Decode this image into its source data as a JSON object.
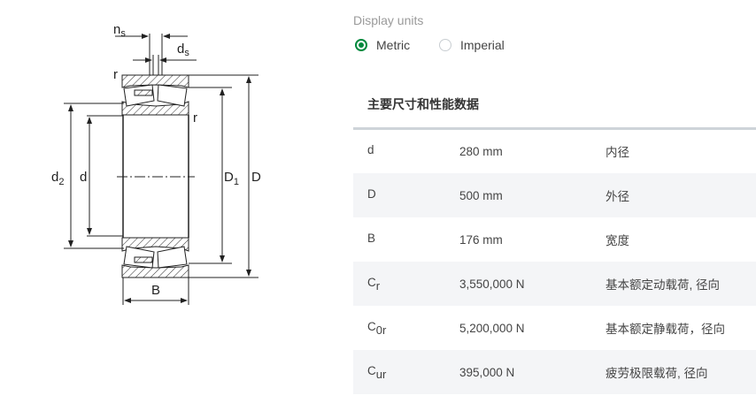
{
  "diagram": {
    "labels": {
      "ns_main": "n",
      "ns_sub": "s",
      "ds_main": "d",
      "ds_sub": "s",
      "r_top": "r",
      "r_right": "r",
      "d2_main": "d",
      "d2_sub": "2",
      "d": "d",
      "D1_main": "D",
      "D1_sub": "1",
      "D": "D",
      "B": "B"
    }
  },
  "units": {
    "label": "Display units",
    "options": [
      {
        "label": "Metric",
        "selected": true
      },
      {
        "label": "Imperial",
        "selected": false
      }
    ]
  },
  "section_title": "主要尺寸和性能数据",
  "rows": [
    {
      "sym": "d",
      "sub": "",
      "value": "280 mm",
      "desc": "内径"
    },
    {
      "sym": "D",
      "sub": "",
      "value": "500 mm",
      "desc": "外径"
    },
    {
      "sym": "B",
      "sub": "",
      "value": "176 mm",
      "desc": "宽度"
    },
    {
      "sym": "C",
      "sub": "r",
      "value": "3,550,000 N",
      "desc": "基本额定动载荷, 径向"
    },
    {
      "sym": "C",
      "sub": "0r",
      "value": "5,200,000 N",
      "desc": "基本额定静载荷，径向"
    },
    {
      "sym": "C",
      "sub": "ur",
      "value": "395,000 N",
      "desc": "疲劳极限载荷, 径向"
    }
  ],
  "colors": {
    "accent": "#00893d",
    "row_alt": "#f4f5f7"
  }
}
